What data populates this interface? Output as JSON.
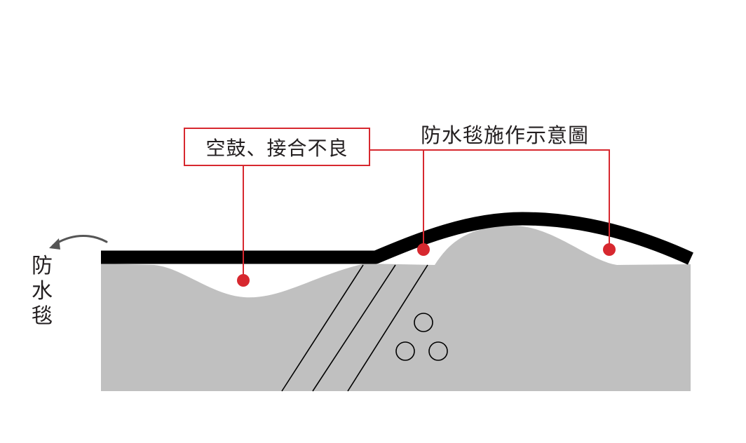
{
  "diagram": {
    "title": "防水毯施作示意圖",
    "defect_label": "空鼓、接合不良",
    "membrane_label": "防水毯"
  },
  "colors": {
    "substrate": "#c0c0c0",
    "membrane": "#000000",
    "callout": "#d7282f",
    "text": "#231f20",
    "crack_line": "#000000"
  },
  "icons": {
    "membrane_arrow": "curved-arrow-left-icon",
    "markers": "red-dot-marker-icon"
  }
}
